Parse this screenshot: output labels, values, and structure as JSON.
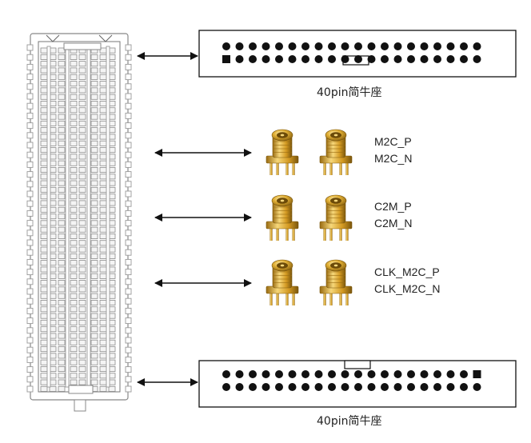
{
  "header_top": {
    "caption": "40pin简牛座",
    "pin_rows": 2,
    "pins_per_row": 20
  },
  "header_bottom": {
    "caption": "40pin简牛座",
    "pin_rows": 2,
    "pins_per_row": 20
  },
  "sma_groups": [
    {
      "id": "m2c",
      "labels": [
        "M2C_P",
        "M2C_N"
      ]
    },
    {
      "id": "c2m",
      "labels": [
        "C2M_P",
        "C2M_N"
      ]
    },
    {
      "id": "clk",
      "labels": [
        "CLK_M2C_P",
        "CLK_M2C_N"
      ]
    }
  ],
  "colors": {
    "line": "#111111",
    "gold": "#d9a42a",
    "gold_dark": "#8a6210",
    "gold_light": "#f4d580",
    "connector_grey": "#bdbdbd"
  }
}
